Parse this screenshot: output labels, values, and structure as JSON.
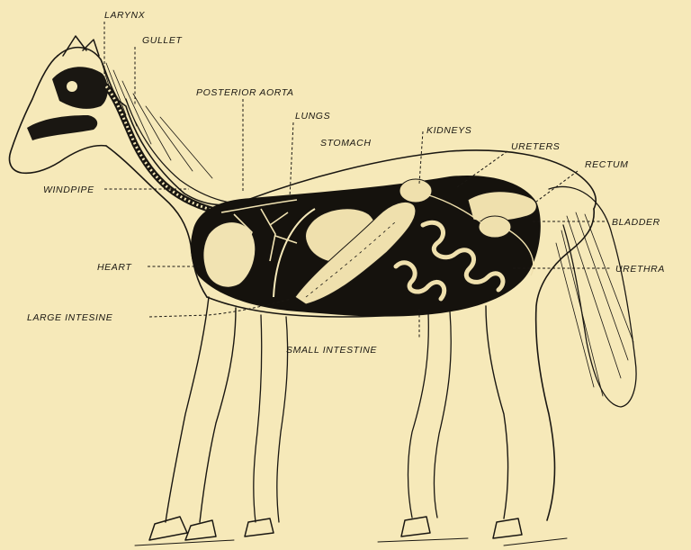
{
  "labels": {
    "larynx": "LARYNX",
    "gullet": "GULLET",
    "posterior_aorta": "POSTERIOR AORTA",
    "lungs": "LUNGS",
    "stomach": "STOMACH",
    "kidneys": "KIDNEYS",
    "ureters": "URETERS",
    "rectum": "RECTUM",
    "windpipe": "WINDPIPE",
    "bladder": "BLADDER",
    "heart": "HEART",
    "urethra": "URETHRA",
    "large_intestine": "LARGE INTESINE",
    "small_intestine": "SMALL INTESTINE"
  },
  "colors": {
    "paper": "#f6e9b9",
    "ink": "#1a1712",
    "cavity": "#15120d"
  }
}
